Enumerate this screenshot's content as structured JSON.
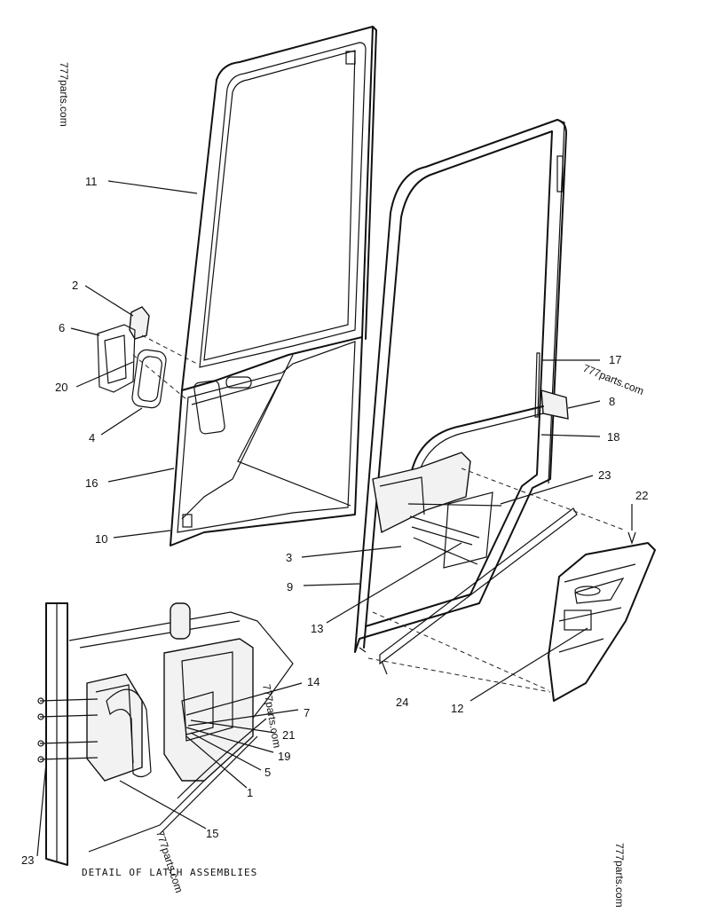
{
  "callouts": {
    "c1": "1",
    "c2": "2",
    "c3": "3",
    "c4": "4",
    "c5": "5",
    "c6": "6",
    "c7": "7",
    "c8": "8",
    "c9": "9",
    "c10": "10",
    "c11": "11",
    "c12": "12",
    "c13": "13",
    "c14": "14",
    "c15": "15",
    "c16": "16",
    "c17": "17",
    "c18": "18",
    "c19": "19",
    "c20": "20",
    "c21": "21",
    "c22": "22",
    "c23a": "23",
    "c23b": "23",
    "c24": "24"
  },
  "watermarks": {
    "top_left": "777parts.com",
    "mid_right": "777parts.com",
    "detail": "777parts.com",
    "detail_bottom": "777parts.com",
    "bottom_right": "777parts.com"
  },
  "caption": "DETAIL OF LATCH ASSEMBLIES"
}
